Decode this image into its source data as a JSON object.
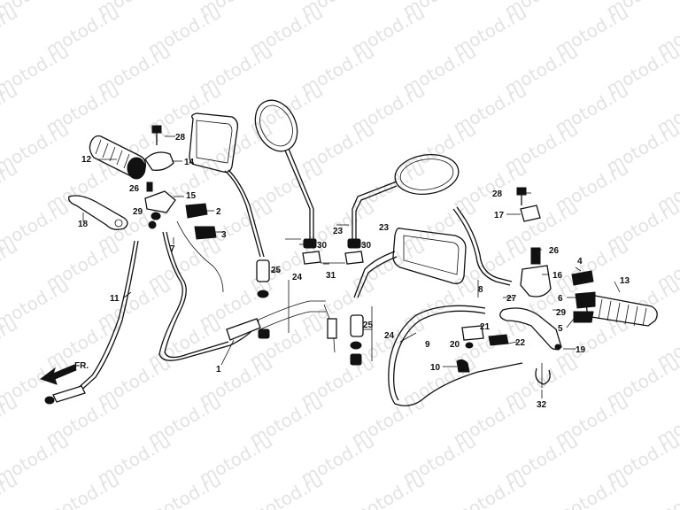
{
  "diagram": {
    "watermark": "motod.ru",
    "front_arrow_label": "FR.",
    "parts": [
      {
        "id": "p1",
        "label": "1"
      },
      {
        "id": "p2",
        "label": "2"
      },
      {
        "id": "p3",
        "label": "3"
      },
      {
        "id": "p4",
        "label": "4"
      },
      {
        "id": "p5",
        "label": "5"
      },
      {
        "id": "p6",
        "label": "6"
      },
      {
        "id": "p7",
        "label": "7"
      },
      {
        "id": "p8",
        "label": "8"
      },
      {
        "id": "p9",
        "label": "9"
      },
      {
        "id": "p10",
        "label": "10"
      },
      {
        "id": "p11",
        "label": "11"
      },
      {
        "id": "p12",
        "label": "12"
      },
      {
        "id": "p13",
        "label": "13"
      },
      {
        "id": "p14",
        "label": "14"
      },
      {
        "id": "p15",
        "label": "15"
      },
      {
        "id": "p16",
        "label": "16"
      },
      {
        "id": "p17",
        "label": "17"
      },
      {
        "id": "p18",
        "label": "18"
      },
      {
        "id": "p19",
        "label": "19"
      },
      {
        "id": "p20",
        "label": "20"
      },
      {
        "id": "p21",
        "label": "21"
      },
      {
        "id": "p22",
        "label": "22"
      },
      {
        "id": "p23a",
        "label": "23"
      },
      {
        "id": "p23b",
        "label": "23"
      },
      {
        "id": "p24a",
        "label": "24"
      },
      {
        "id": "p24b",
        "label": "24"
      },
      {
        "id": "p25a",
        "label": "25"
      },
      {
        "id": "p25b",
        "label": "25"
      },
      {
        "id": "p26a",
        "label": "26"
      },
      {
        "id": "p26b",
        "label": "26"
      },
      {
        "id": "p27",
        "label": "27"
      },
      {
        "id": "p28a",
        "label": "28"
      },
      {
        "id": "p28b",
        "label": "28"
      },
      {
        "id": "p29a",
        "label": "29"
      },
      {
        "id": "p29b",
        "label": "29"
      },
      {
        "id": "p30a",
        "label": "30"
      },
      {
        "id": "p30b",
        "label": "30"
      },
      {
        "id": "p31",
        "label": "31"
      },
      {
        "id": "p32",
        "label": "32"
      }
    ]
  }
}
